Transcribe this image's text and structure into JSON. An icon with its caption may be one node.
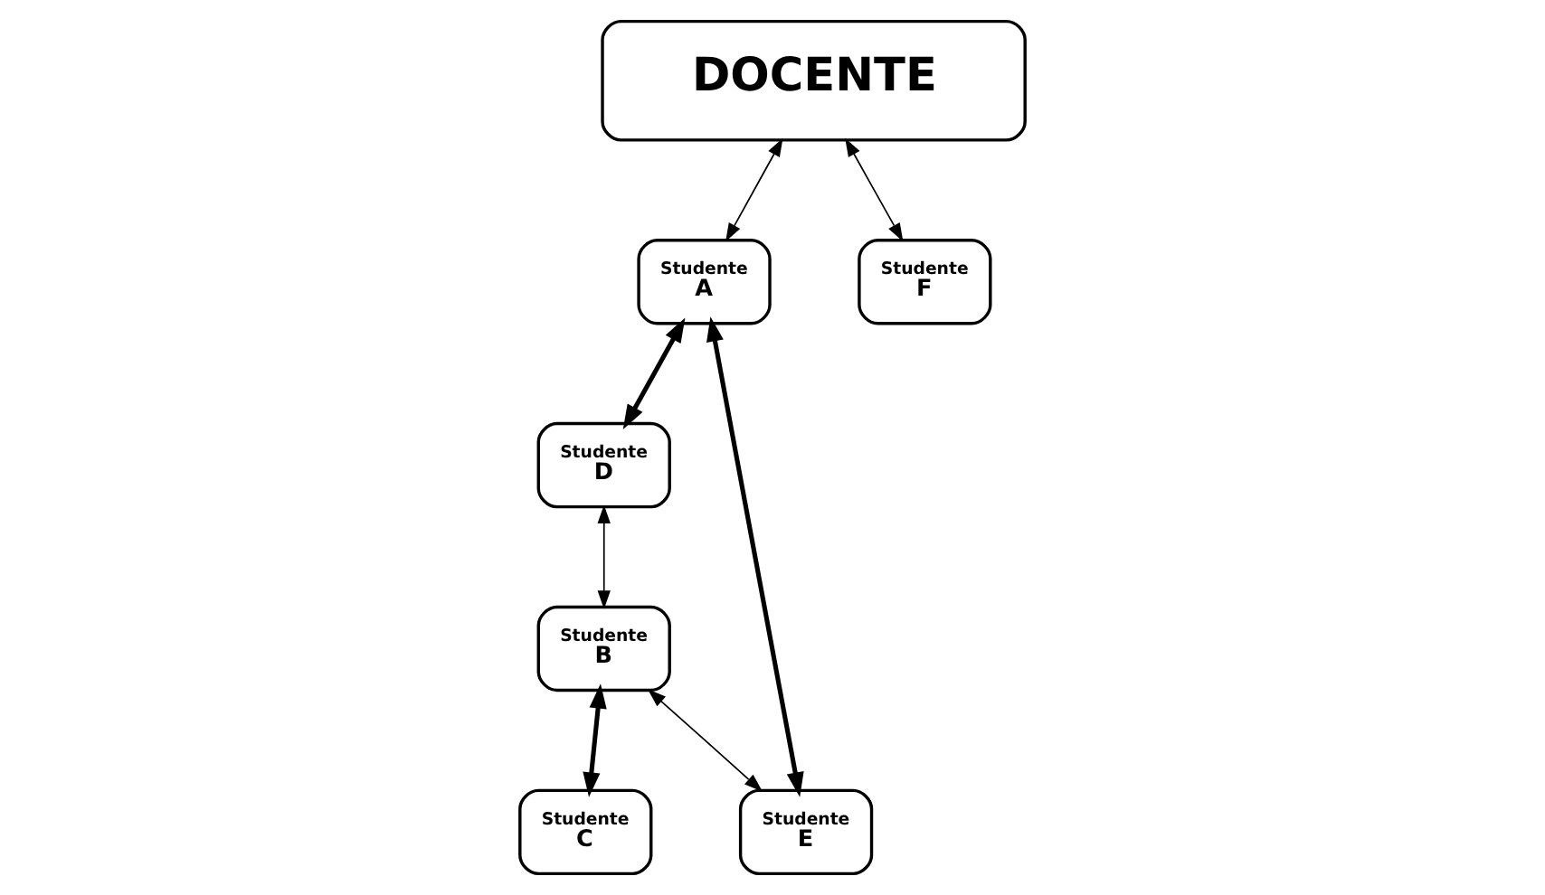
{
  "diagram": {
    "nodes": [
      {
        "text": [
          "DOCENTE"
        ]
      },
      {
        "text": [
          "Studente",
          "A"
        ]
      },
      {
        "text": [
          "Studente",
          "B"
        ]
      },
      {
        "text": [
          "Studente",
          "C"
        ]
      },
      {
        "text": [
          "Studente",
          "D"
        ]
      },
      {
        "text": [
          "Studente",
          "E"
        ]
      },
      {
        "text": [
          "Studente",
          "F"
        ]
      }
    ],
    "edges": [
      {
        "from": 0,
        "to": 1,
        "arrow": "both"
      },
      {
        "from": 2,
        "to": 3,
        "arrow": "both",
        "style": "thick"
      },
      {
        "from": 0,
        "to": 6,
        "arrow": "both"
      },
      {
        "from": 1,
        "to": 4,
        "arrow": "both",
        "style": "thick"
      },
      {
        "from": 2,
        "to": 5,
        "arrow": "both"
      },
      {
        "from": 4,
        "to": 2,
        "arrow": "both"
      },
      {
        "from": 1,
        "to": 5,
        "arrow": "both",
        "style": "thick"
      }
    ]
  }
}
